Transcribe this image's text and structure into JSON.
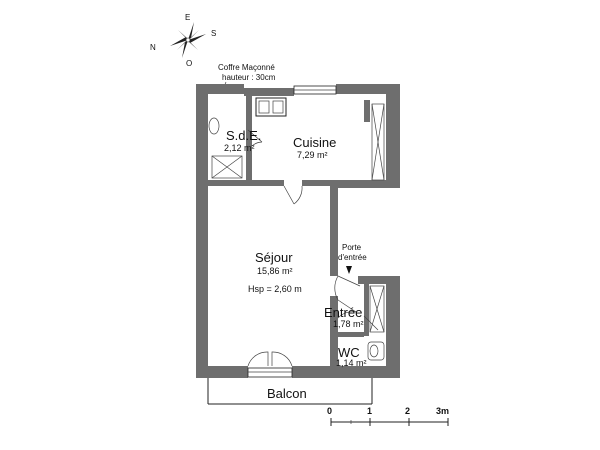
{
  "compass": {
    "n": "N",
    "e": "E",
    "s": "S",
    "w": "O"
  },
  "annotations": {
    "coffre_line1": "Coffre Maçonné",
    "coffre_line2": "hauteur : 30cm",
    "entry_line1": "Porte",
    "entry_line2": "d'entrée"
  },
  "rooms": {
    "sde": {
      "name": "S.d.E.",
      "area": "2,12 m²"
    },
    "cuisine": {
      "name": "Cuisine",
      "area": "7,29 m²"
    },
    "sejour": {
      "name": "Séjour",
      "area": "15,86 m²",
      "height": "Hsp = 2,60 m"
    },
    "entree": {
      "name": "Entrée",
      "area": "1,78 m²"
    },
    "wc": {
      "name": "WC",
      "area": "1,14 m²"
    },
    "balcon": {
      "name": "Balcon"
    }
  },
  "scale": {
    "labels": [
      "0",
      "1",
      "2",
      "3m"
    ]
  },
  "colors": {
    "wall": "#6e6e6e",
    "ink": "#111111"
  }
}
